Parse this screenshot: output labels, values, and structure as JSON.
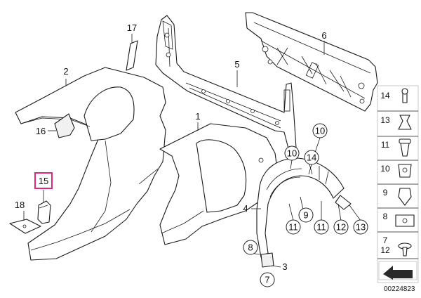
{
  "callouts": {
    "c1": "1",
    "c2": "2",
    "c3": "3",
    "c4": "4",
    "c5": "5",
    "c6": "6",
    "c7": "7",
    "c8": "8",
    "c9": "9",
    "c10a": "10",
    "c10b": "10",
    "c11a": "11",
    "c11b": "11",
    "c12": "12",
    "c13": "13",
    "c14": "14",
    "c15": "15",
    "c16": "16",
    "c17": "17",
    "c18": "18"
  },
  "legend": {
    "row14": "14",
    "row13": "13",
    "row11": "11",
    "row10": "10",
    "row9": "9",
    "row8": "8",
    "row7": "7",
    "row12": "12"
  },
  "diagram_id": "00224823",
  "colors": {
    "highlight": "#e0287a",
    "line": "#1a1a1a"
  }
}
